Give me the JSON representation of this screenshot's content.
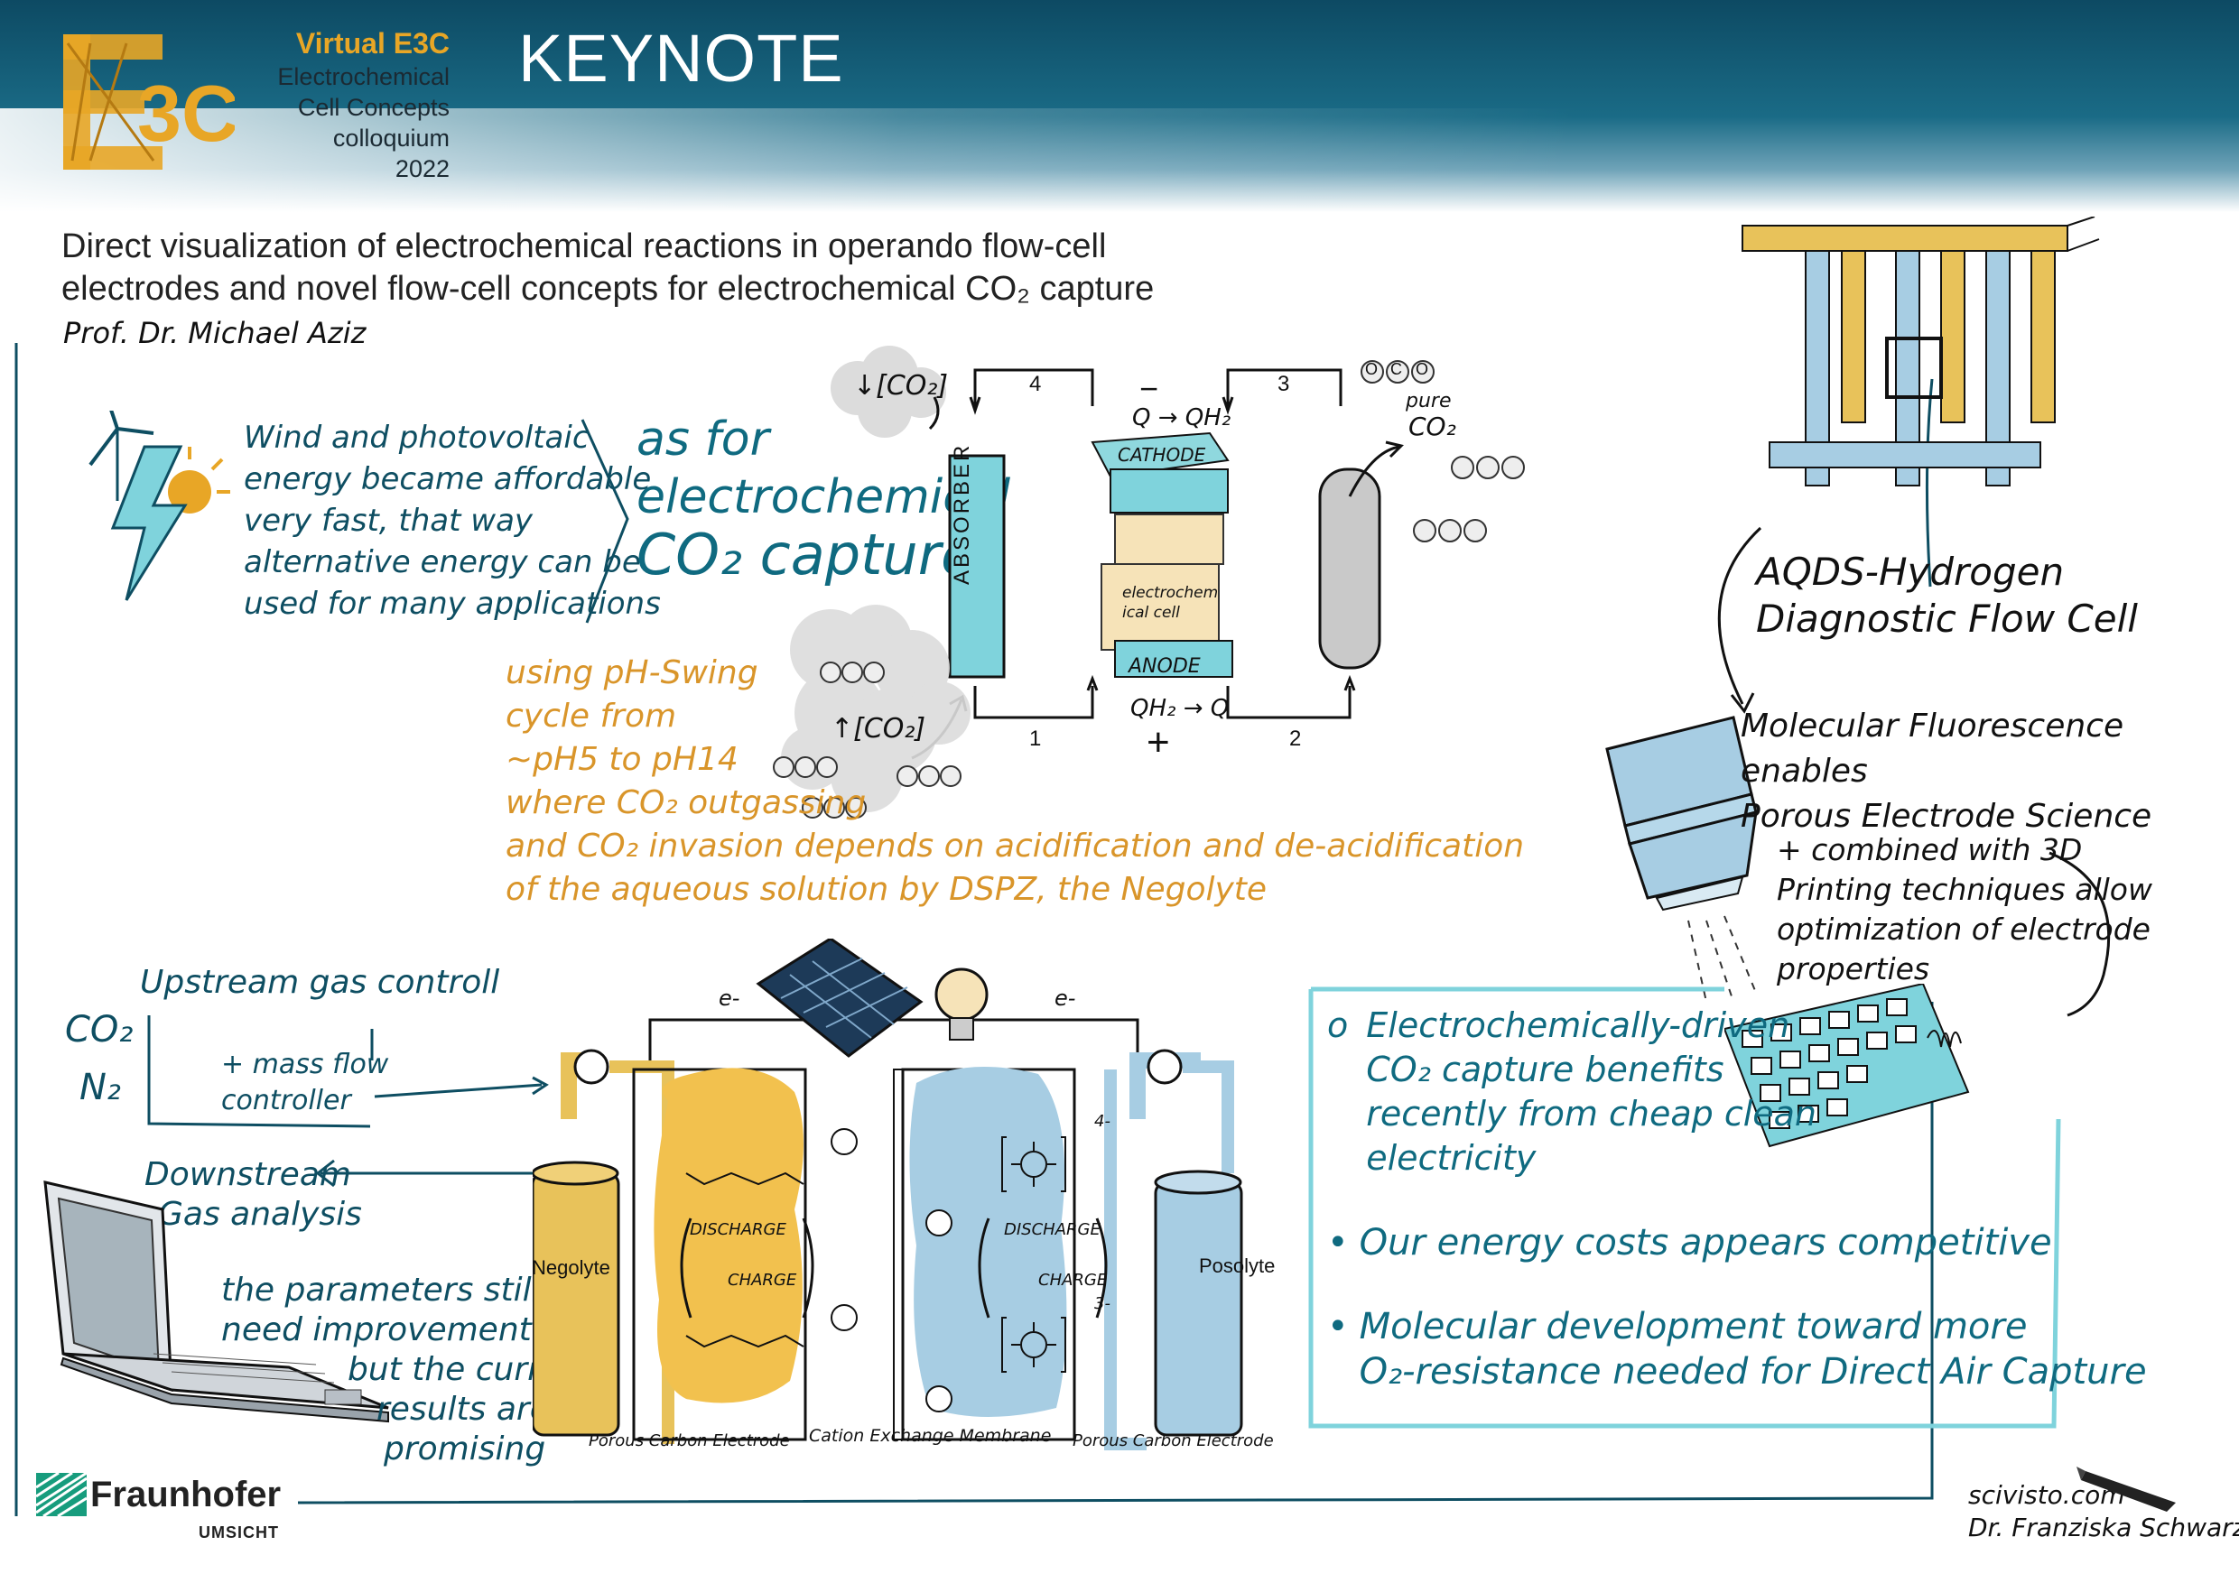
{
  "header": {
    "series": "Virtual E3C",
    "subtitle_lines": [
      "Electrochemical",
      "Cell Concepts",
      "colloquium",
      "2022"
    ],
    "label": "KEYNOTE"
  },
  "talk": {
    "title_line1": "Direct visualization of electrochemical reactions in operando flow-cell",
    "title_line2": "electrodes and novel flow-cell concepts for electrochemical CO₂ capture",
    "speaker": "Prof. Dr. Michael Aziz"
  },
  "intro": {
    "energy_lines": [
      "Wind and photovoltaic",
      "energy became affordable",
      "very fast, that way",
      "alternative energy can be",
      "used for many applications"
    ],
    "capture_lines": [
      "as for",
      "electrochemical",
      "CO₂ capture"
    ]
  },
  "cycle": {
    "absorber": "ABSORBER",
    "cathode": "CATHODE",
    "anode": "ANODE",
    "cell": [
      "electrochem",
      "ical cell"
    ],
    "cathode_reaction": "Q → QH₂",
    "anode_reaction": "QH₂ → Q",
    "minus": "−",
    "plus": "+",
    "steps": [
      "1",
      "2",
      "3",
      "4"
    ],
    "co2_down": "↓[CO₂]",
    "co2_up": "↑[CO₂]",
    "pure": "pure",
    "pure_co2": "CO₂",
    "molecule": [
      "O",
      "C",
      "O"
    ]
  },
  "ph_swing": {
    "lines": [
      "using pH-Swing",
      "cycle from",
      "~pH5 to pH14",
      "where CO₂ outgassing",
      "and CO₂ invasion depends on acidification and de-acidification",
      "of the aqueous solution by DSPZ, the Negolyte"
    ]
  },
  "aqds": {
    "title_lines": [
      "AQDS-Hydrogen",
      "Diagnostic Flow Cell"
    ],
    "fluor_lines": [
      "Molecular Fluorescence enables",
      "Porous Electrode Science"
    ],
    "print_lines": [
      "+ combined with 3D",
      "Printing techniques allow",
      "optimization of electrode",
      "properties"
    ]
  },
  "setup": {
    "upstream": "Upstream gas controll",
    "co2": "CO₂",
    "n2": "N₂",
    "mfc_lines": [
      "+ mass flow",
      "controller"
    ],
    "downstream_lines": [
      "Downstream",
      "Gas analysis"
    ],
    "params_lines": [
      "the parameters still",
      "need improvement",
      "but the current",
      "results are",
      "promising"
    ],
    "negolyte": "Negolyte",
    "posolyte": "Posolyte",
    "discharge": "DISCHARGE",
    "charge": "CHARGE",
    "electron": "e-",
    "charge_4": "4-",
    "charge_3": "3-",
    "porous_left": "Porous Carbon Electrode",
    "membrane": "Cation Exchange Membrane",
    "porous_right": "Porous Carbon Electrode"
  },
  "conclusions": [
    {
      "bullet": "o",
      "lines": [
        "Electrochemically-driven",
        "CO₂ capture benefits",
        "recently from cheap clean",
        "electricity"
      ]
    },
    {
      "bullet": "•",
      "lines": [
        "Our energy costs appears competitive"
      ]
    },
    {
      "bullet": "•",
      "lines": [
        "Molecular development toward more",
        "O₂-resistance needed for Direct Air Capture"
      ]
    }
  ],
  "footer": {
    "org": "Fraunhofer",
    "org_sub": "UMSICHT",
    "credit_site": "scivisto.com",
    "credit_name": "Dr. Franziska Schwarz"
  },
  "colors": {
    "header_dark": "#0d4a63",
    "gold": "#e8a626",
    "teal": "#7fd3dc",
    "light_blue": "#a7cde3",
    "hand_blue": "#0e4e62",
    "fraunhofer_green": "#179c7d"
  }
}
